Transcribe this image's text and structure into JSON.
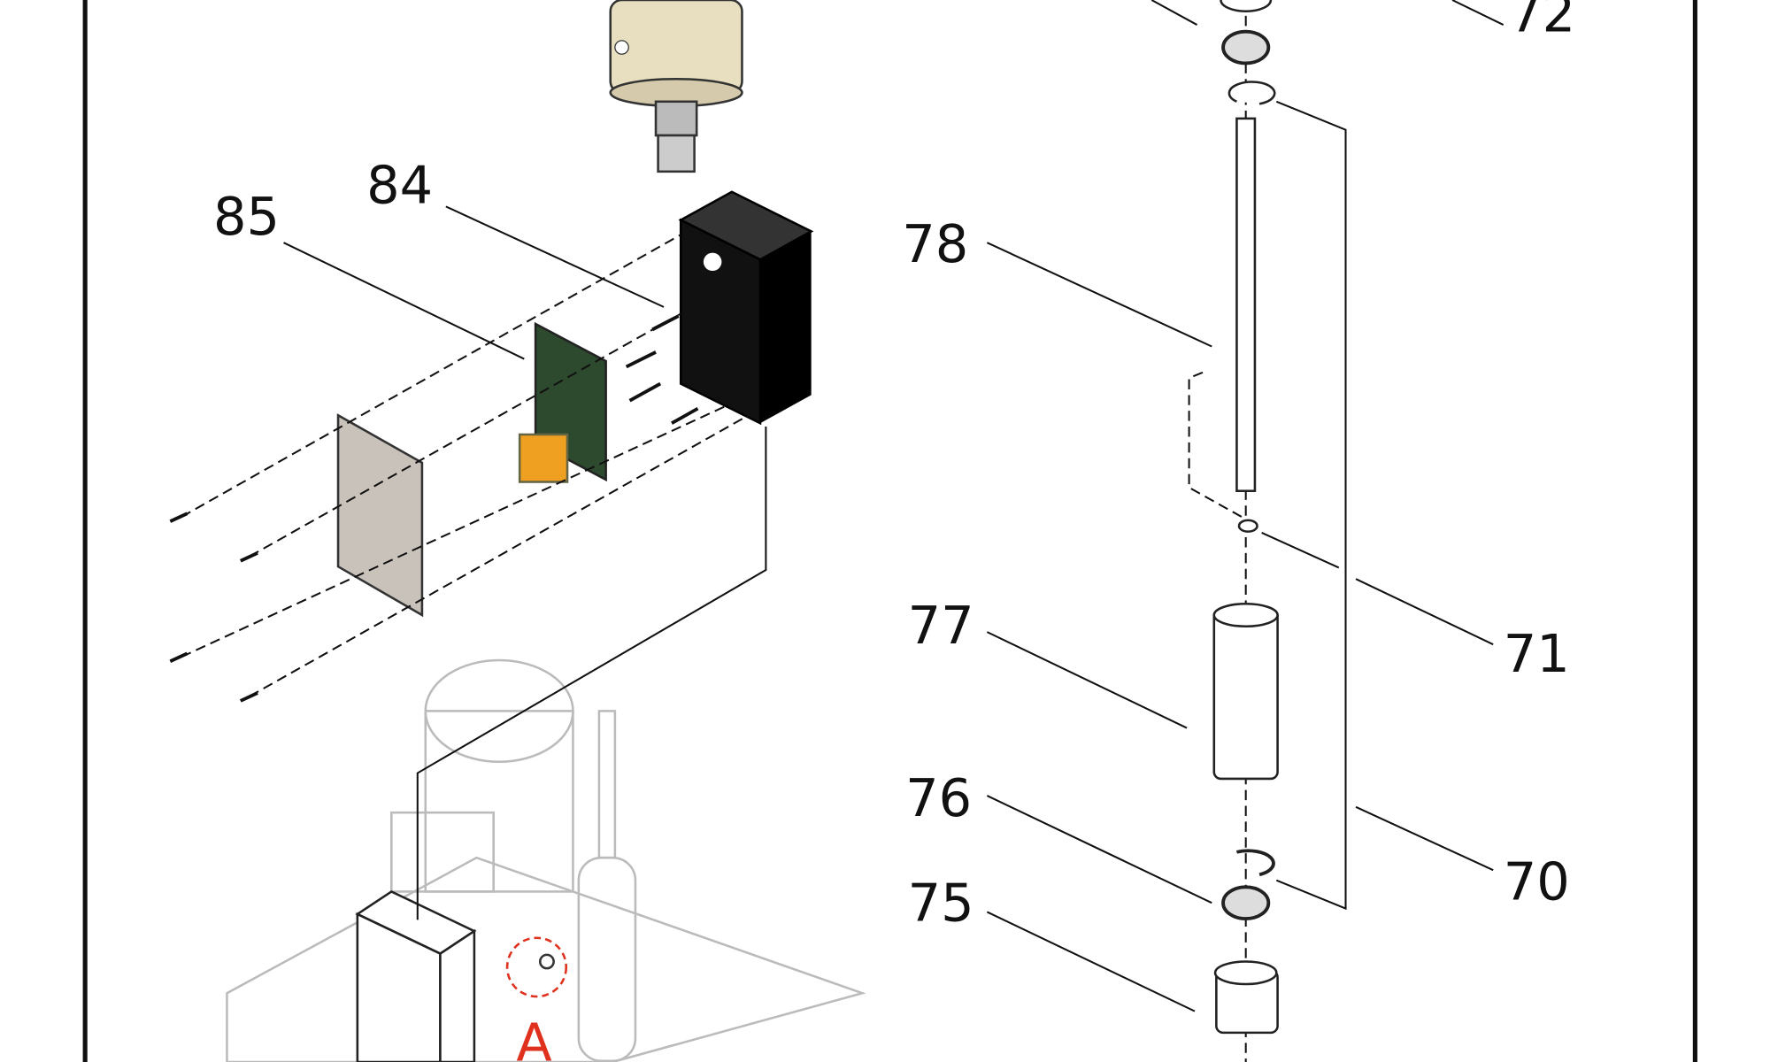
{
  "diagram": {
    "callouts": [
      "72",
      "84",
      "85",
      "78",
      "77",
      "71",
      "76",
      "70",
      "75"
    ],
    "detail_marker": "A",
    "colors": {
      "accent": "#e0301e",
      "cover": "#c9c2bb",
      "housing": "#111111",
      "relay": "#f0a020",
      "motor": "#e8dfc0"
    }
  }
}
